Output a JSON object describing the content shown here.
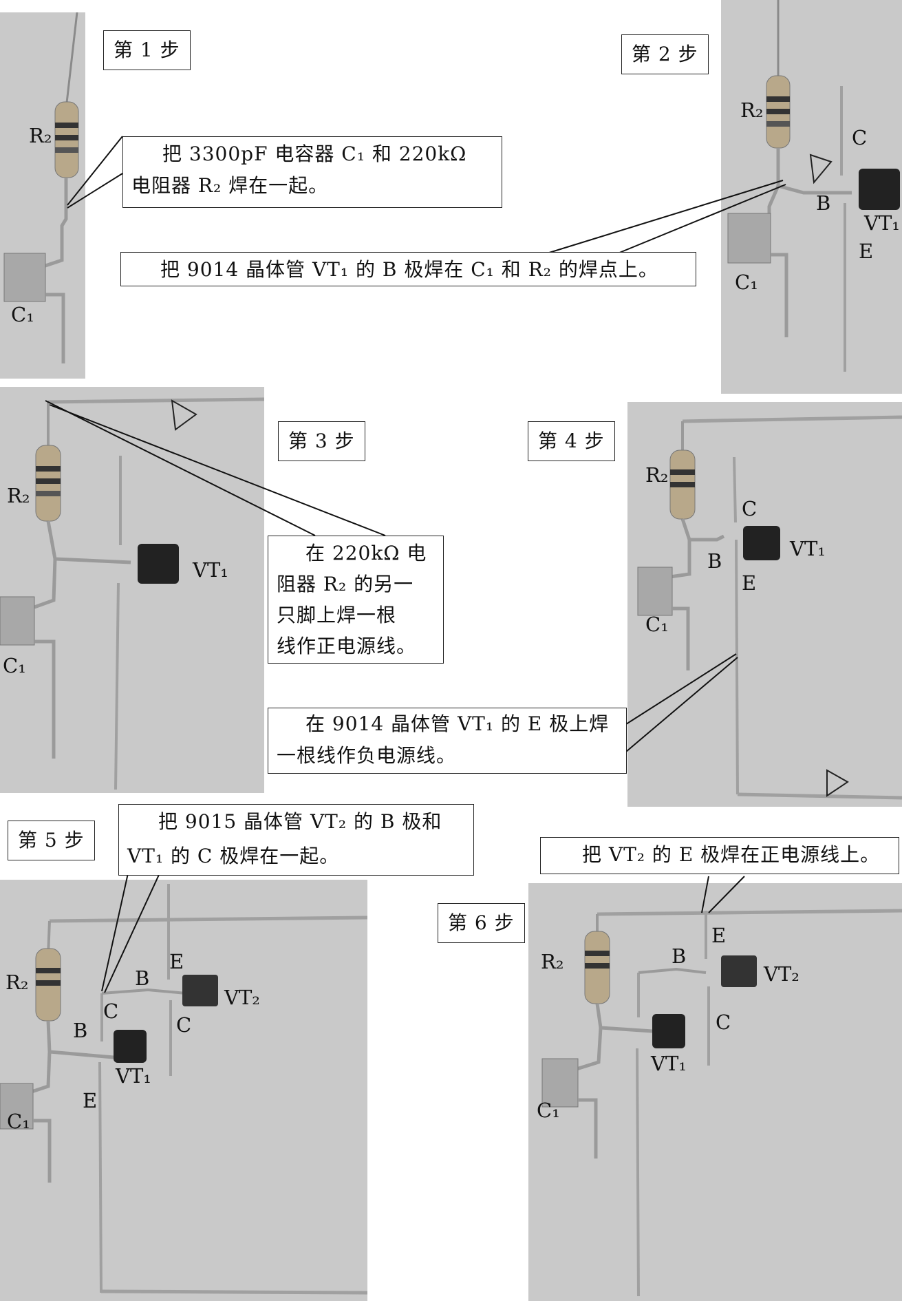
{
  "steps": [
    "第 1 步",
    "第 2 步",
    "第 3 步",
    "第 4 步",
    "第 5 步",
    "第 6 步"
  ],
  "captions": {
    "step1": [
      "把 3300pF 电容器 C₁ 和 220kΩ",
      "电阻器 R₂ 焊在一起。"
    ],
    "step2": "把 9014 晶体管 VT₁ 的 B 极焊在 C₁ 和 R₂ 的焊点上。",
    "step3": [
      "在 220kΩ 电",
      "阻器 R₂ 的另一",
      "只脚上焊一根",
      "线作正电源线。"
    ],
    "step4": [
      "在 9014 晶体管 VT₁ 的 E 极上焊",
      "一根线作负电源线。"
    ],
    "step5": [
      "把 9015 晶体管 VT₂ 的 B 极和",
      "VT₁ 的 C 极焊在一起。"
    ],
    "step6": "把 VT₂ 的 E 极焊在正电源线上。"
  },
  "labels": {
    "R2": "R₂",
    "C1": "C₁",
    "VT1": "VT₁",
    "VT2": "VT₂",
    "B": "B",
    "C": "C",
    "E": "E"
  },
  "colors": {
    "photo_bg": "#c9c9c9",
    "wire": "#9a9a9a",
    "transistor": "#222222"
  }
}
